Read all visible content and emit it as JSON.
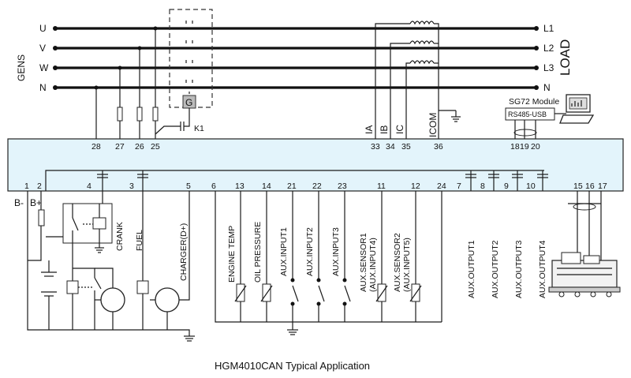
{
  "bus": {
    "lines": [
      "U",
      "V",
      "W",
      "N"
    ],
    "loads": [
      "L1",
      "L2",
      "L3",
      "N"
    ],
    "gens_label": "GENS",
    "load_label": "LOAD"
  },
  "breaker_label": "G",
  "k1_label": "K1",
  "module": {
    "title": "SG72 Module",
    "box_text": "RS485-USB"
  },
  "ct_labels": [
    "IA",
    "IB",
    "IC",
    "ICOM"
  ],
  "top_terminals": {
    "t28": "28",
    "t27": "27",
    "t26": "26",
    "t25": "25",
    "t33": "33",
    "t34": "34",
    "t35": "35",
    "t36": "36",
    "t18": "18",
    "t19": "19",
    "t20": "20"
  },
  "bottom_terminals": {
    "t1": "1",
    "t2": "2",
    "t4": "4",
    "t3": "3",
    "t5": "5",
    "t6": "6",
    "t13": "13",
    "t14": "14",
    "t21": "21",
    "t22": "22",
    "t23": "23",
    "t11": "11",
    "t12": "12",
    "t24": "24",
    "t7": "7",
    "t8": "8",
    "t9": "9",
    "t10": "10",
    "t15": "15",
    "t16": "16",
    "t17": "17"
  },
  "battery": {
    "neg": "B-",
    "pos": "B+"
  },
  "left_labels": {
    "crank": "CRANK",
    "fuel": "FUEL",
    "charger": "CHARGER(D+)"
  },
  "inputs": {
    "engine_temp": "ENGINE TEMP",
    "oil_pressure": "OIL PRESSURE",
    "aux_input1": "AUX.INPUT1",
    "aux_input2": "AUX.INPUT2",
    "aux_input3": "AUX.INPUT3",
    "aux_sensor1": "AUX.SENSOR1",
    "aux_sensor1_sub": "(AUX.INPUT4)",
    "aux_sensor2": "AUX.SENSOR2",
    "aux_sensor2_sub": "(AUX.INPUT5)"
  },
  "outputs": [
    "AUX.OUTPUT1",
    "AUX.OUTPUT2",
    "AUX.OUTPUT3",
    "AUX.OUTPUT4"
  ],
  "caption": "HGM4010CAN Typical Application"
}
